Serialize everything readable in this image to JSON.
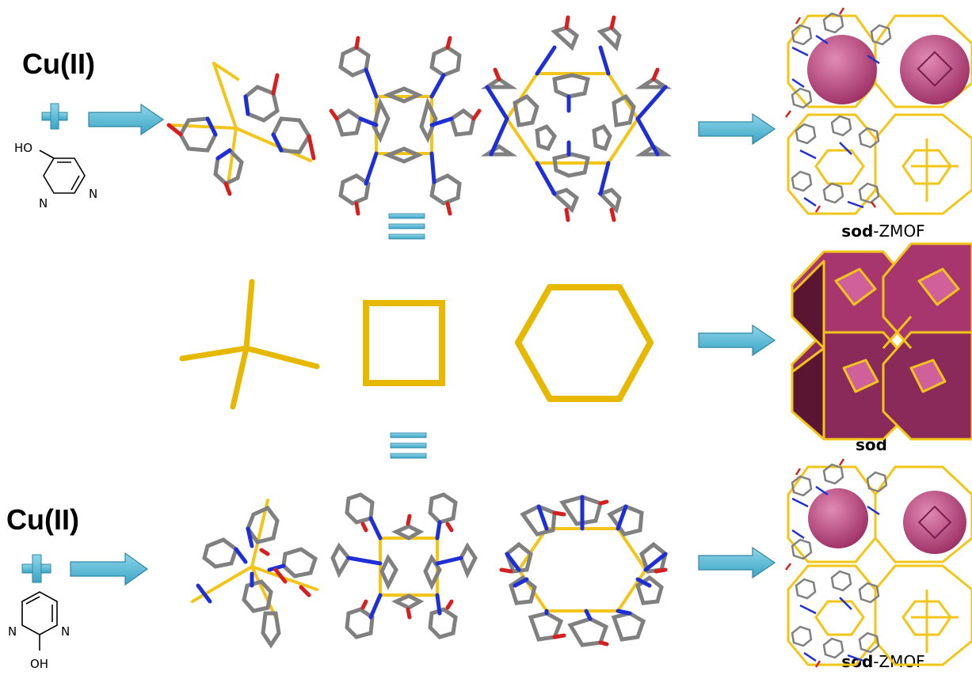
{
  "rows": {
    "top": {
      "metal_label": "Cu(II)",
      "ligand_substituent": "HO",
      "ring_atom_1": "N",
      "ring_atom_2": "N"
    },
    "bottom": {
      "metal_label": "Cu(II)",
      "ligand_substituent": "OH",
      "ring_atom_1": "N",
      "ring_atom_2": "N"
    }
  },
  "captions": {
    "top_bold": "sod",
    "top_rest": "-ZMOF",
    "middle_bold": "sod",
    "bottom_bold": "sod",
    "bottom_rest": "-ZMOF"
  },
  "colors": {
    "arrow": "#5bbcd6",
    "gold": "#f2c518",
    "magenta": "#a8366e",
    "magenta_dark": "#5a1533",
    "square_face": "#d0609a",
    "carbon": "#808080",
    "nitrogen": "#1f2fd6",
    "oxygen": "#d61f1f"
  }
}
